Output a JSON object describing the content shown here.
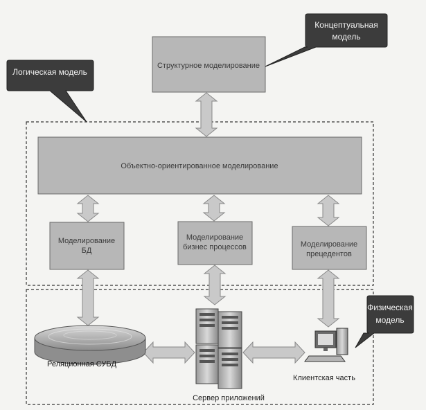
{
  "callouts": {
    "conceptual": [
      "Концептуальная",
      "модель"
    ],
    "logical": [
      "Логическая модель"
    ],
    "physical": [
      "Физическая",
      "модель"
    ]
  },
  "boxes": {
    "structural": [
      "Структурное моделирование"
    ],
    "object_oriented": [
      "Объектно-ориентированное моделирование"
    ],
    "db_modeling": [
      "Моделирование",
      "БД"
    ],
    "business_modeling": [
      "Моделирование",
      "бизнес процессов"
    ],
    "precedent_modeling": [
      "Моделирование",
      "прецедентов"
    ]
  },
  "components": {
    "rdbms": "Реляционная СУБД",
    "app_server": "Сервер приложений",
    "client": "Клиентская часть"
  },
  "colors": {
    "background": "#f4f4f2",
    "box_fill": "#b7b7b7",
    "box_stroke": "#6a6a6a",
    "callout_fill": "#3c3c3c",
    "arrow_fill": "#c9c9c9",
    "arrow_stroke": "#888888",
    "dashed_border": "#333333"
  }
}
